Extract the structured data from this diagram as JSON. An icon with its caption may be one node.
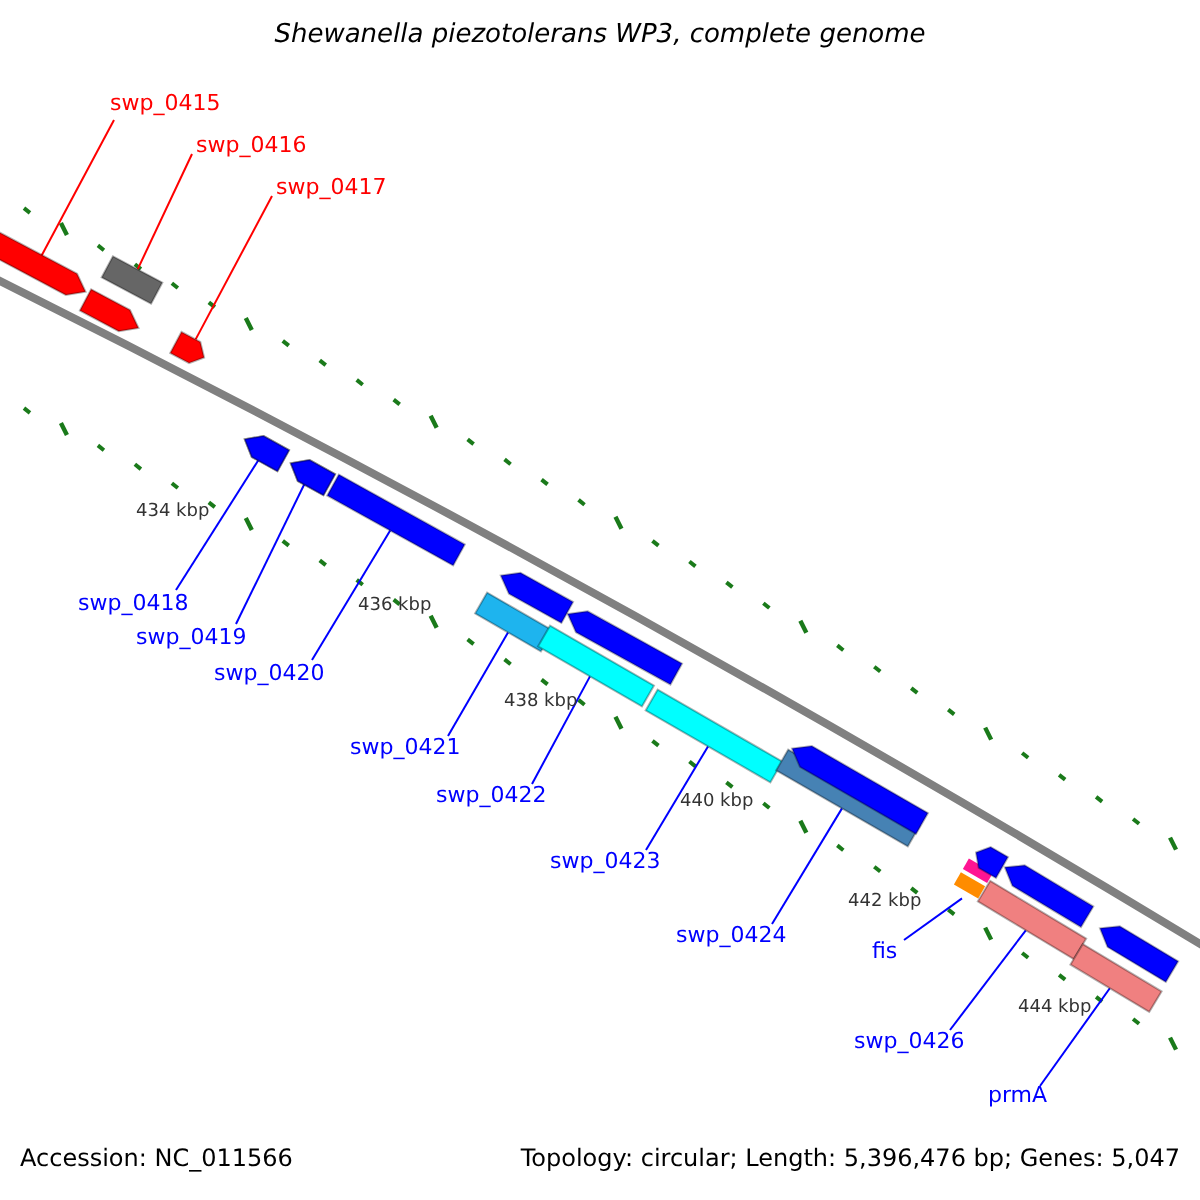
{
  "diagram": {
    "title": "Shewanella piezotolerans WP3, complete genome",
    "nodes": [
      {
        "text": [
          "swp_0415"
        ]
      },
      {
        "text": [
          "swp_0416"
        ]
      },
      {
        "text": [
          "swp_0417"
        ]
      },
      {
        "text": [
          "swp_0418"
        ]
      },
      {
        "text": [
          "swp_0419"
        ]
      },
      {
        "text": [
          "swp_0420"
        ]
      },
      {
        "text": [
          "swp_0421"
        ]
      },
      {
        "text": [
          "swp_0422"
        ]
      },
      {
        "text": [
          "swp_0423"
        ]
      },
      {
        "text": [
          "swp_0424"
        ]
      },
      {
        "text": [
          "fis"
        ]
      },
      {
        "text": [
          "swp_0426"
        ]
      },
      {
        "text": [
          "prmA"
        ]
      },
      {
        "text": [],
        "shape": "bar"
      },
      {
        "text": [],
        "shape": "bar"
      },
      {
        "text": [],
        "shape": "bar"
      },
      {
        "text": [],
        "shape": "bar"
      },
      {
        "text": [],
        "shape": "bar"
      },
      {
        "text": [],
        "shape": "bar"
      },
      {
        "text": [],
        "shape": "bar"
      },
      {
        "text": [],
        "shape": "bar"
      },
      {
        "text": [],
        "shape": "bar"
      },
      {
        "text": [],
        "shape": "bar"
      },
      {
        "text": [],
        "shape": "bar"
      },
      {
        "text": [],
        "shape": "bar"
      },
      {
        "text": [],
        "shape": "bar"
      },
      {
        "text": [],
        "shape": "bar"
      },
      {
        "text": [],
        "shape": "bar"
      },
      {
        "text": [],
        "shape": "bar"
      },
      {
        "text": [],
        "shape": "bar"
      },
      {
        "text": [],
        "shape": "bar"
      },
      {
        "text": [],
        "shape": "bar"
      },
      {
        "text": [],
        "shape": "bar"
      },
      {
        "text": [],
        "shape": "bar"
      },
      {
        "text": [],
        "shape": "bar"
      }
    ],
    "edges": [
      {
        "from": 0,
        "to": 13,
        "arrow": "none",
        "color": "#ff0000"
      },
      {
        "from": 1,
        "to": 14,
        "arrow": "none",
        "color": "#ff0000"
      },
      {
        "from": 2,
        "to": 15,
        "arrow": "none",
        "color": "#ff0000"
      },
      {
        "from": 3,
        "to": 16,
        "arrow": "none"
      },
      {
        "from": 4,
        "to": 17,
        "arrow": "none"
      },
      {
        "from": 5,
        "to": 18,
        "arrow": "none"
      },
      {
        "from": 6,
        "to": 19,
        "arrow": "none"
      },
      {
        "from": 7,
        "to": 20,
        "arrow": "none"
      },
      {
        "from": 8,
        "to": 21,
        "arrow": "none"
      },
      {
        "from": 9,
        "to": 22,
        "arrow": "none"
      },
      {
        "from": 10,
        "to": 23,
        "arrow": "none"
      },
      {
        "from": 11,
        "to": 24,
        "arrow": "none"
      },
      {
        "from": 12,
        "to": 25,
        "arrow": "none"
      }
    ],
    "labels": [
      "434 kbp",
      "436 kbp",
      "438 kbp",
      "440 kbp",
      "442 kbp",
      "444 kbp",
      "Accession: NC_011566",
      "Topology: circular; Length: 5,396,476 bp; Genes: 5,047"
    ]
  }
}
